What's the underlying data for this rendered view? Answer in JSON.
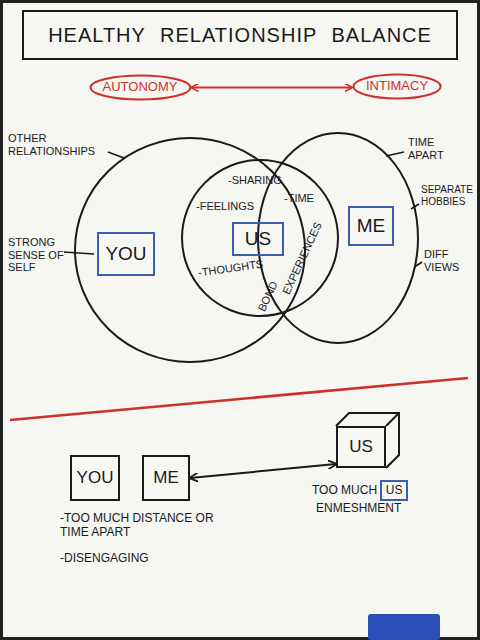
{
  "diagram": {
    "title": "HEALTHY RELATIONSHIP BALANCE",
    "nodes": [
      {
        "text": [
          "AUTONOMY"
        ]
      },
      {
        "text": [
          "INTIMACY"
        ]
      },
      {
        "text": [
          "YOU"
        ]
      },
      {
        "text": [
          "US"
        ]
      },
      {
        "text": [
          "ME"
        ]
      },
      {
        "text": [
          "YOU"
        ]
      },
      {
        "text": [
          "ME"
        ]
      },
      {
        "text": [
          "US"
        ]
      },
      {
        "text": [
          "US"
        ]
      }
    ],
    "edges": [
      {
        "from": 0,
        "to": 1,
        "arrow": "both"
      },
      {
        "from": 6,
        "to": 7,
        "arrow": "both"
      }
    ],
    "labels": [
      "OTHER RELATIONSHIPS",
      "STRONG SENSE OF SELF",
      "-SHARING",
      "-TIME",
      "-FEELINGS",
      "-THOUGHTS",
      "BOND",
      "EXPERIENCES",
      "TIME APART",
      "SEPARATE HOBBIES",
      "DIFF VIEWS",
      "-TOO MUCH DISTANCE OR TIME APART",
      "-DISENGAGING",
      "TOO MUCH",
      "ENMESHMENT"
    ]
  }
}
